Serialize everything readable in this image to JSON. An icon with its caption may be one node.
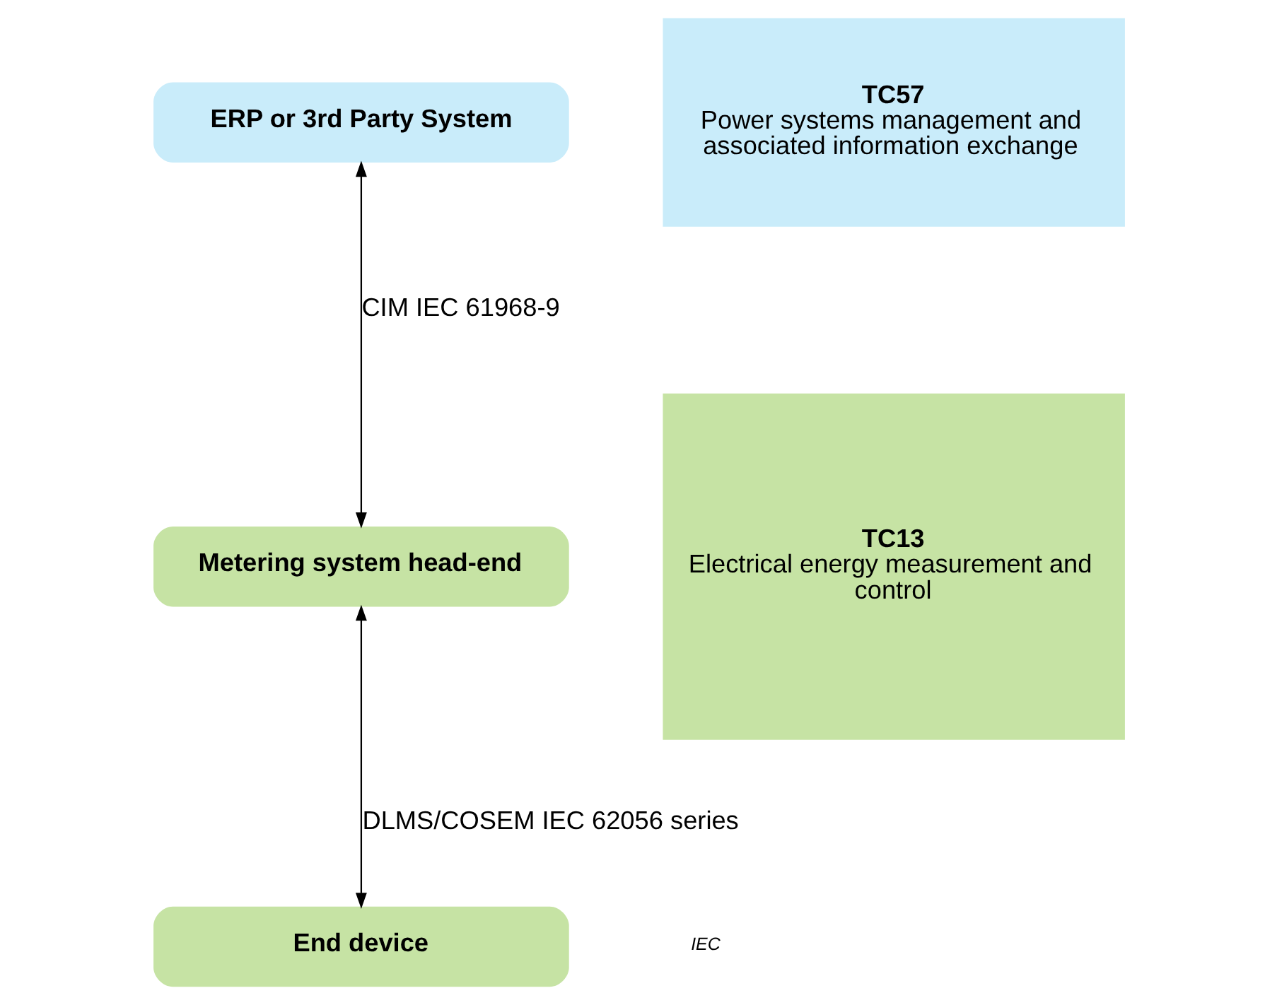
{
  "diagram": {
    "nodes": [
      {
        "text": [
          "ERP or 3rd Party System"
        ]
      },
      {
        "text": [
          "TC57",
          "Power systems management and associated information exchange"
        ]
      },
      {
        "text": [
          "Metering system head-end"
        ]
      },
      {
        "text": [
          "TC13",
          "Electrical energy measurement and control"
        ]
      },
      {
        "text": [
          "End device"
        ]
      }
    ],
    "edges": [
      {
        "from": 0,
        "to": 2,
        "arrow": "both",
        "label": "CIM IEC 61968-9"
      },
      {
        "from": 2,
        "to": 4,
        "arrow": "both",
        "label": "DLMS/COSEM IEC 62056 series"
      }
    ],
    "labels": [
      "IEC"
    ]
  }
}
